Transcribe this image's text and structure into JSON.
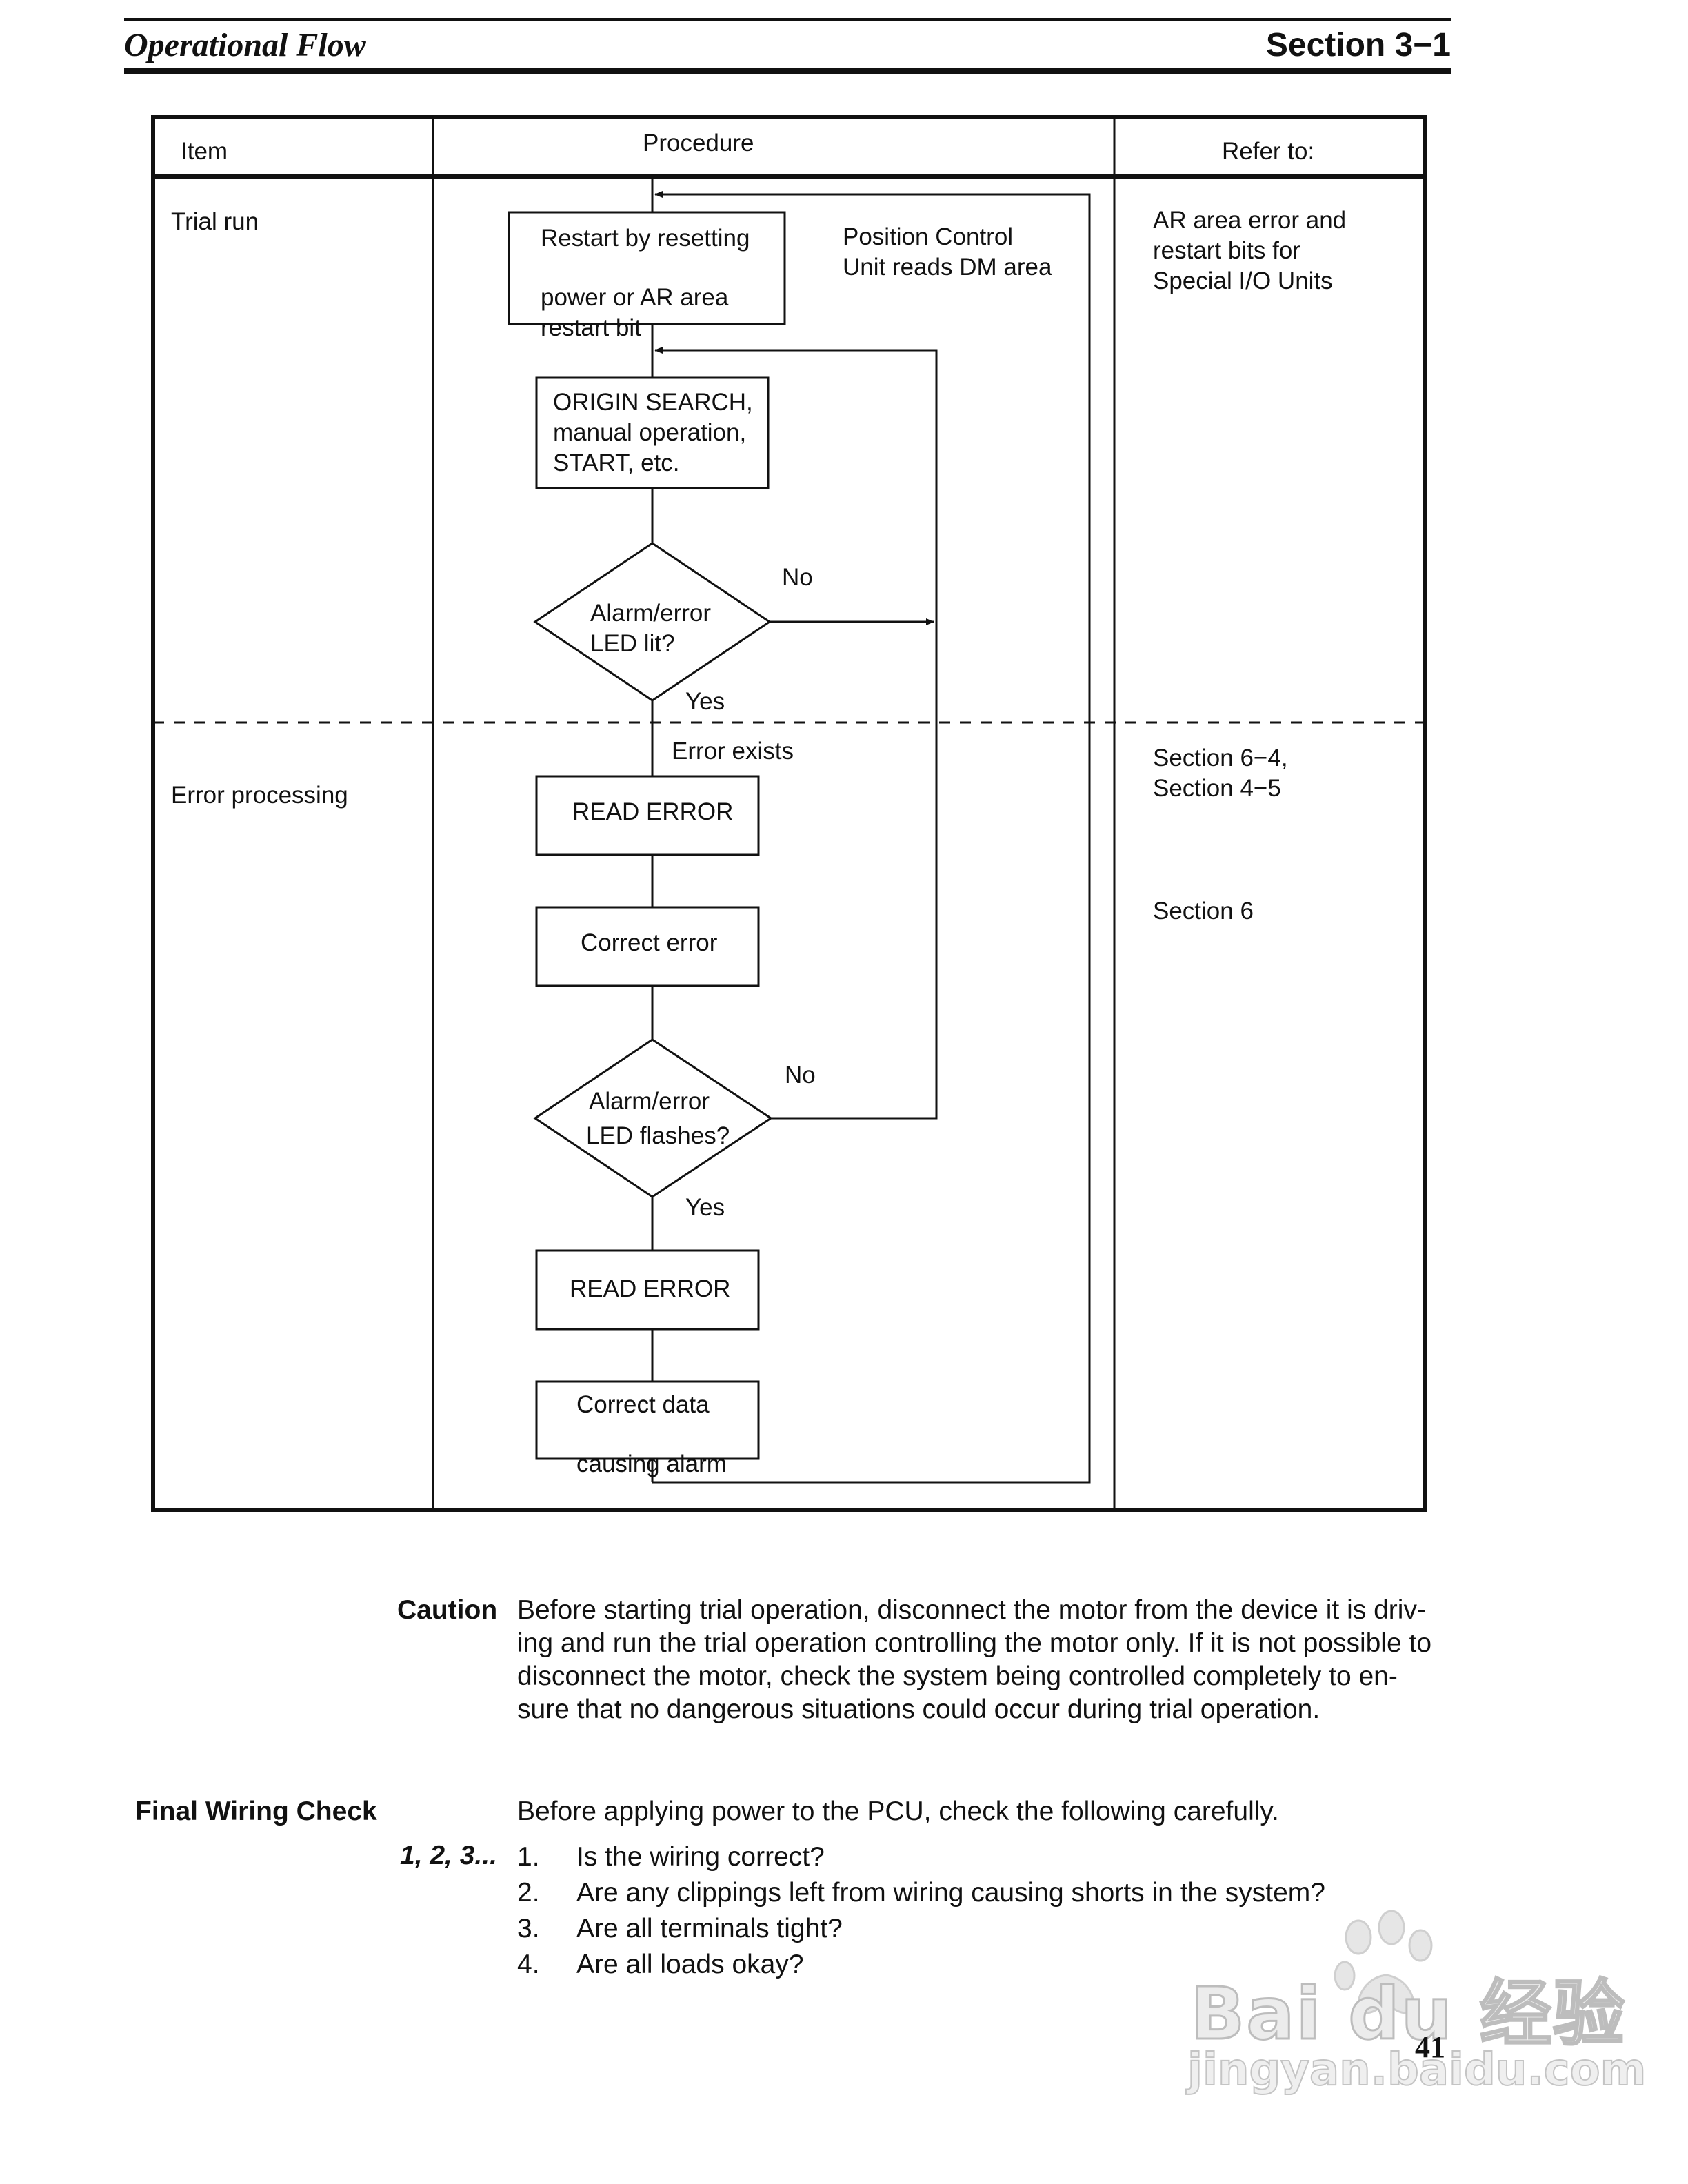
{
  "header": {
    "title": "Operational Flow",
    "section": "Section 3−1"
  },
  "table": {
    "columns": [
      "Item",
      "Procedure",
      "Refer to:"
    ],
    "rows": [
      {
        "item": "Trial run",
        "refer": [
          "AR area error and",
          "restart bits for",
          "Special I/O Units"
        ]
      },
      {
        "item": "Error processing",
        "refer": [
          "Section 6−4,",
          "Section 4−5"
        ],
        "refer2": "Section 6"
      }
    ]
  },
  "flow": {
    "restart": [
      "Restart by resetting",
      "power or AR area",
      "restart bit"
    ],
    "position_note": [
      "Position Control",
      "Unit reads DM area"
    ],
    "origin": [
      "ORIGIN SEARCH,",
      "manual operation,",
      "START, etc."
    ],
    "decision1": [
      "Alarm/error",
      "LED lit?"
    ],
    "no1": "No",
    "yes1": "Yes",
    "error_exists": "Error exists",
    "read_error1": "READ ERROR",
    "correct_error": "Correct error",
    "decision2": [
      "Alarm/error",
      "LED flashes?"
    ],
    "no2": "No",
    "yes2": "Yes",
    "read_error2": "READ ERROR",
    "correct_data": [
      "Correct data",
      "causing alarm"
    ]
  },
  "caution": {
    "label": "Caution",
    "lines": [
      "Before starting trial operation, disconnect the motor from the device it is driv-",
      "ing and run the trial operation controlling the motor only. If it is not possible to",
      "disconnect the motor, check the system being controlled completely to en-",
      "sure that no dangerous situations could occur during trial operation."
    ]
  },
  "final_wiring": {
    "heading": "Final Wiring Check",
    "intro": "Before applying power to the PCU, check the following carefully.",
    "list_marker": "1, 2, 3...",
    "items": [
      {
        "num": "1.",
        "text": "Is the wiring correct?"
      },
      {
        "num": "2.",
        "text": "Are any clippings left from wiring causing shorts in the system?"
      },
      {
        "num": "3.",
        "text": "Are all terminals tight?"
      },
      {
        "num": "4.",
        "text": "Are all loads okay?"
      }
    ]
  },
  "page_number": "41",
  "watermark": {
    "brand": "Bai du 经验",
    "url": "jingyan.baidu.com"
  }
}
